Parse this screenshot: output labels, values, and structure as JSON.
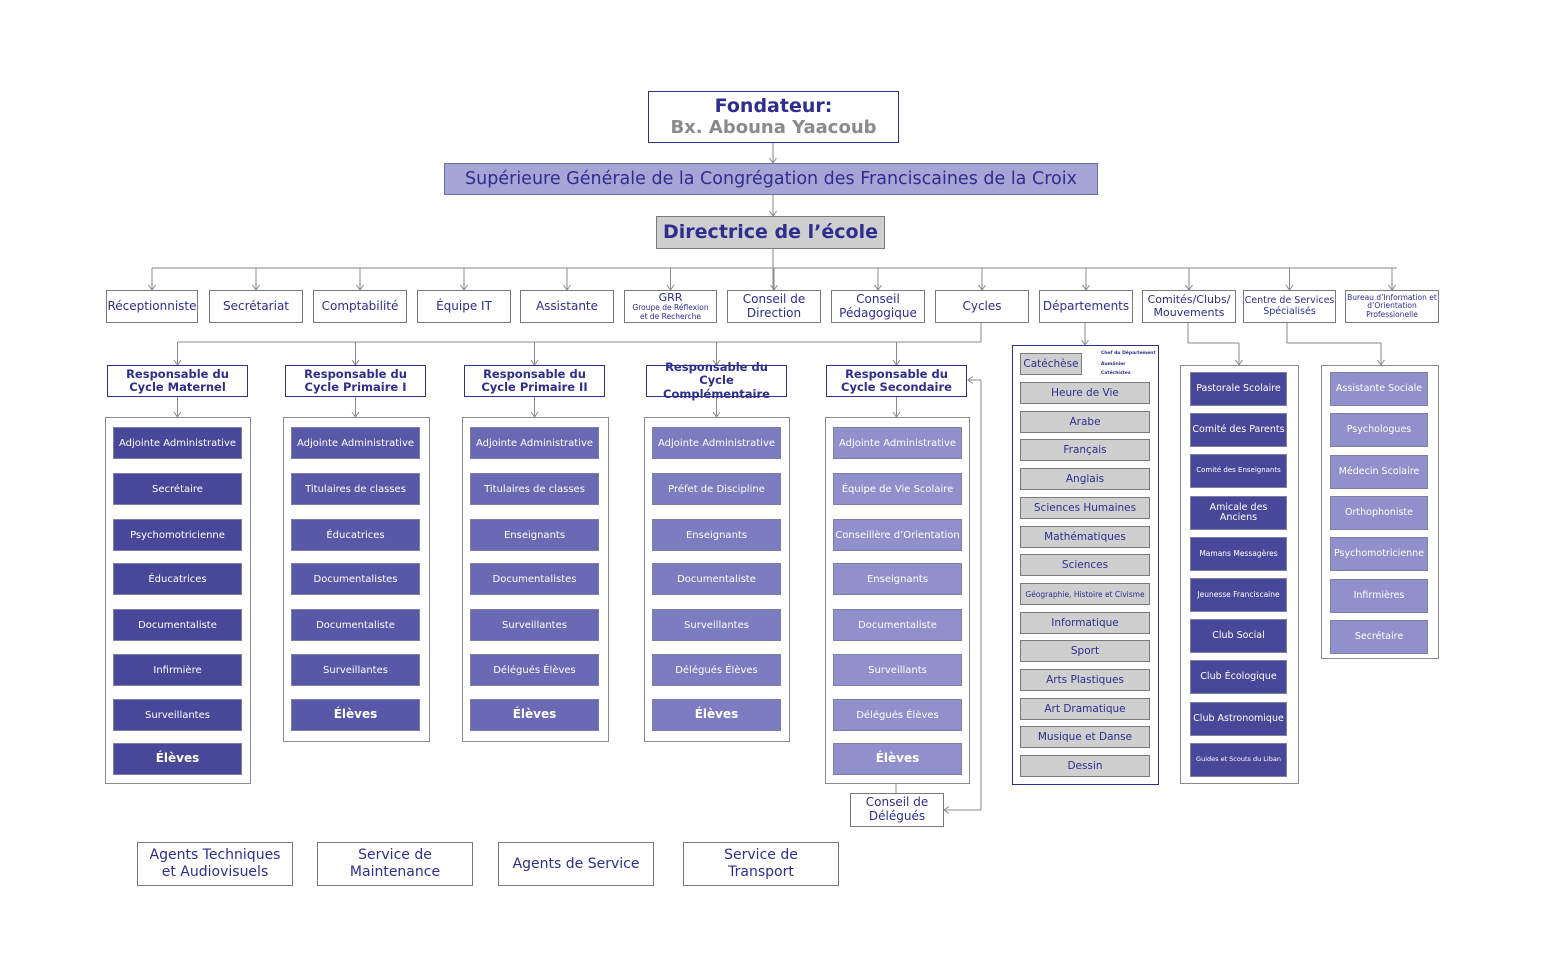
{
  "top": {
    "founder_label": "Fondateur:",
    "founder_name": "Bx. Abouna Yaacoub",
    "superior": "Supérieure Générale de la Congrégation des Franciscaines de la Croix",
    "director": "Directrice de l’école"
  },
  "offices": [
    {
      "label": "Réceptionniste"
    },
    {
      "label": "Secrétariat"
    },
    {
      "label": "Comptabilité"
    },
    {
      "label": "Équipe IT"
    },
    {
      "label": "Assistante"
    },
    {
      "label": "GRR",
      "sub": "Groupe de Réflexion et de Recherche"
    },
    {
      "label": "Conseil de Direction"
    },
    {
      "label": "Conseil Pédagogique"
    },
    {
      "label": "Cycles"
    },
    {
      "label": "Départements"
    },
    {
      "label": "Comités/Clubs/ Mouvements"
    },
    {
      "label": "Centre de Services Spécialisés"
    },
    {
      "label": "Bureau d’Information et d’Orientation Professionelle"
    }
  ],
  "cycles": [
    {
      "title": "Responsable du Cycle Maternel",
      "items": [
        "Adjointe Administrative",
        "Secrétaire",
        "Psychomotricienne",
        "Éducatrices",
        "Documentaliste",
        "Infirmière",
        "Surveillantes",
        "Élèves"
      ]
    },
    {
      "title": "Responsable du Cycle Primaire I",
      "items": [
        "Adjointe Administrative",
        "Titulaires de classes",
        "Éducatrices",
        "Documentalistes",
        "Documentaliste",
        "Surveillantes",
        "Élèves"
      ]
    },
    {
      "title": "Responsable du Cycle Primaire II",
      "items": [
        "Adjointe Administrative",
        "Titulaires de classes",
        "Enseignants",
        "Documentalistes",
        "Surveillantes",
        "Délégués Élèves",
        "Élèves"
      ]
    },
    {
      "title": "Responsable du Cycle Complémentaire",
      "items": [
        "Adjointe Administrative",
        "Préfet de Discipline",
        "Enseignants",
        "Documentaliste",
        "Surveillantes",
        "Délégués Élèves",
        "Élèves"
      ]
    },
    {
      "title": "Responsable du Cycle Secondaire",
      "items": [
        "Adjointe Administrative",
        "Équipe de Vie Scolaire",
        "Conseillère d’Orientation",
        "Enseignants",
        "Documentaliste",
        "Surveillants",
        "Délégués Élèves",
        "Élèves"
      ]
    }
  ],
  "conseil_delegues": "Conseil de Délégués",
  "departments": {
    "first": "Catéchèse",
    "first_notes": [
      "Chef du Département",
      "Aumônier",
      "Catéchistes"
    ],
    "items": [
      "Heure de Vie",
      "Arabe",
      "Français",
      "Anglais",
      "Sciences Humaines",
      "Mathématiques",
      "Sciences",
      "Géographie, Histoire et Civisme",
      "Informatique",
      "Sport",
      "Arts Plastiques",
      "Art Dramatique",
      "Musique et Danse",
      "Dessin"
    ]
  },
  "committees": [
    "Pastorale Scolaire",
    "Comité des Parents",
    "Comité des Enseignants",
    "Amicale des Anciens",
    "Mamans Messagères",
    "Jeunesse Franciscaine",
    "Club Social",
    "Club Écologique",
    "Club Astronomique",
    "Guides et Scouts du Liban"
  ],
  "special_services": [
    "Assistante Sociale",
    "Psychologues",
    "Médecin Scolaire",
    "Orthophoniste",
    "Psychomotricienne",
    "Infirmières",
    "Secrétaire"
  ],
  "services": [
    "Agents Techniques et Audiovisuels",
    "Service de Maintenance",
    "Agents de Service",
    "Service de Transport"
  ]
}
